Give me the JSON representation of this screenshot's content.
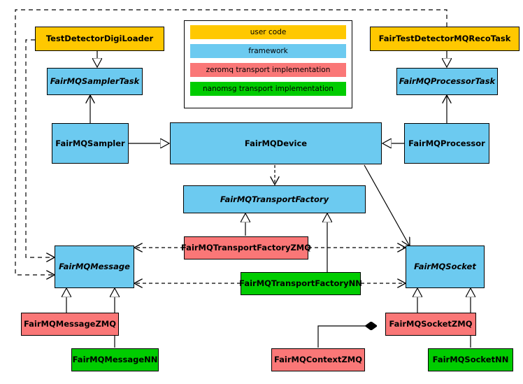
{
  "diagram": {
    "title": "FairMQ class hierarchy",
    "type": "uml-class-diagram",
    "colors": {
      "user_code": "#ffc800",
      "framework": "#6ccaf0",
      "zeromq": "#fa7777",
      "nanomsg": "#00cc00",
      "line": "#000000",
      "background": "#ffffff"
    }
  },
  "legend": {
    "items": [
      {
        "label": "user code",
        "color": "#ffc800",
        "key": "user_code"
      },
      {
        "label": "framework",
        "color": "#6ccaf0",
        "key": "framework"
      },
      {
        "label": "zeromq transport implementation",
        "color": "#fa7777",
        "key": "zeromq"
      },
      {
        "label": "nanomsg transport implementation",
        "color": "#00cc00",
        "key": "nanomsg"
      }
    ]
  },
  "nodes": {
    "test_detector_digi_loader": {
      "label": "TestDetectorDigiLoader",
      "category": "user code",
      "italic": false
    },
    "fair_test_detector_mq_reco_task": {
      "label": "FairTestDetectorMQRecoTask",
      "category": "user code",
      "italic": false
    },
    "fairmq_sampler_task": {
      "label": "FairMQSamplerTask",
      "category": "framework",
      "italic": true
    },
    "fairmq_processor_task": {
      "label": "FairMQProcessorTask",
      "category": "framework",
      "italic": true
    },
    "fairmq_sampler": {
      "label": "FairMQSampler",
      "category": "framework",
      "italic": false
    },
    "fairmq_device": {
      "label": "FairMQDevice",
      "category": "framework",
      "italic": false
    },
    "fairmq_processor": {
      "label": "FairMQProcessor",
      "category": "framework",
      "italic": false
    },
    "fairmq_transport_factory": {
      "label": "FairMQTransportFactory",
      "category": "framework",
      "italic": true
    },
    "fairmq_transport_factory_zmq": {
      "label": "FairMQTransportFactoryZMQ",
      "category": "zeromq",
      "italic": false
    },
    "fairmq_transport_factory_nn": {
      "label": "FairMQTransportFactoryNN",
      "category": "nanomsg",
      "italic": false
    },
    "fairmq_message": {
      "label": "FairMQMessage",
      "category": "framework",
      "italic": true
    },
    "fairmq_socket": {
      "label": "FairMQSocket",
      "category": "framework",
      "italic": true
    },
    "fairmq_message_zmq": {
      "label": "FairMQMessageZMQ",
      "category": "zeromq",
      "italic": false
    },
    "fairmq_message_nn": {
      "label": "FairMQMessageNN",
      "category": "nanomsg",
      "italic": false
    },
    "fairmq_socket_zmq": {
      "label": "FairMQSocketZMQ",
      "category": "zeromq",
      "italic": false
    },
    "fairmq_socket_nn": {
      "label": "FairMQSocketNN",
      "category": "nanomsg",
      "italic": false
    },
    "fairmq_context_zmq": {
      "label": "FairMQContextZMQ",
      "category": "zeromq",
      "italic": false
    }
  },
  "edges": [
    {
      "from": "test_detector_digi_loader",
      "to": "fairmq_sampler_task",
      "kind": "inheritance"
    },
    {
      "from": "fair_test_detector_mq_reco_task",
      "to": "fairmq_processor_task",
      "kind": "inheritance"
    },
    {
      "from": "fairmq_sampler",
      "to": "fairmq_sampler_task",
      "kind": "association"
    },
    {
      "from": "fairmq_sampler",
      "to": "fairmq_device",
      "kind": "inheritance"
    },
    {
      "from": "fairmq_processor",
      "to": "fairmq_device",
      "kind": "inheritance"
    },
    {
      "from": "fairmq_device",
      "to": "fairmq_transport_factory",
      "kind": "dependency"
    },
    {
      "from": "fairmq_device",
      "to": "fairmq_socket",
      "kind": "association"
    },
    {
      "from": "fairmq_transport_factory_zmq",
      "to": "fairmq_transport_factory",
      "kind": "inheritance"
    },
    {
      "from": "fairmq_transport_factory_nn",
      "to": "fairmq_transport_factory",
      "kind": "inheritance"
    },
    {
      "from": "fairmq_transport_factory_zmq",
      "to": "fairmq_message",
      "kind": "dependency"
    },
    {
      "from": "fairmq_transport_factory_zmq",
      "to": "fairmq_socket",
      "kind": "dependency"
    },
    {
      "from": "fairmq_transport_factory_nn",
      "to": "fairmq_message",
      "kind": "dependency"
    },
    {
      "from": "fairmq_transport_factory_nn",
      "to": "fairmq_socket",
      "kind": "dependency"
    },
    {
      "from": "test_detector_digi_loader",
      "to": "fairmq_message",
      "kind": "dependency"
    },
    {
      "from": "fair_test_detector_mq_reco_task",
      "to": "fairmq_message",
      "kind": "dependency"
    },
    {
      "from": "fairmq_message_zmq",
      "to": "fairmq_message",
      "kind": "inheritance"
    },
    {
      "from": "fairmq_message_nn",
      "to": "fairmq_message",
      "kind": "inheritance"
    },
    {
      "from": "fairmq_socket_zmq",
      "to": "fairmq_socket",
      "kind": "inheritance"
    },
    {
      "from": "fairmq_socket_nn",
      "to": "fairmq_socket",
      "kind": "inheritance"
    },
    {
      "from": "fairmq_context_zmq",
      "to": "fairmq_socket_zmq",
      "kind": "composition"
    }
  ]
}
